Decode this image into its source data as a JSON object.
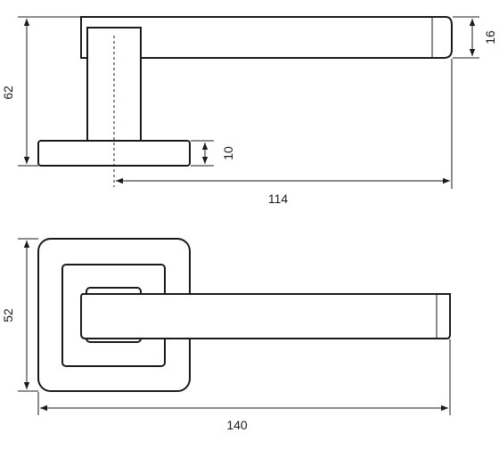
{
  "drawing": {
    "side_view": {
      "height_62": "62",
      "thickness_16": "16",
      "rose_10": "10",
      "length_114": "114"
    },
    "front_view": {
      "height_52": "52",
      "length_140": "140"
    }
  }
}
